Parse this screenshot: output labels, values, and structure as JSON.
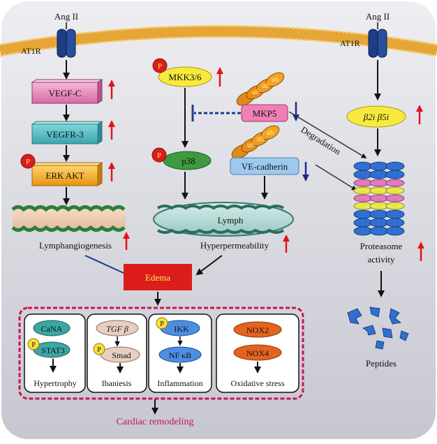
{
  "receptors": {
    "left": {
      "ligand": "Ang II",
      "receptor": "AT1R"
    },
    "right": {
      "ligand": "Ang II",
      "receptor": "AT1R"
    }
  },
  "left_pathway": {
    "vegfc": "VEGF-C",
    "vegfr3": "VEGFR-3",
    "erk_akt": "ERK AKT",
    "phospho": "P",
    "outcome": "Lymphangiogenesis"
  },
  "middle_pathway": {
    "mkk": "MKK3/6",
    "p38": "p38",
    "mkp5": "MKP5",
    "ve_cadherin": "VE-cadherin",
    "ub": "ub",
    "phospho": "P",
    "lymph": "Lymph",
    "outcome": "Hyperpermeability",
    "degradation": "Degradation"
  },
  "right_pathway": {
    "immunoproteasome": "β2i β5i",
    "proteasome_line1": "Proteasome",
    "proteasome_line2": "activity",
    "peptides": "Peptides"
  },
  "edema": "Edema",
  "remodeling": {
    "title": "Cardiac remodeling",
    "boxes": [
      {
        "top": "CaNA",
        "bottom": "STAT3",
        "label": "Hypertrophy"
      },
      {
        "top": "TGF β",
        "bottom": "Smad",
        "label": "Ibaniesis"
      },
      {
        "top": "IKK",
        "bottom": "NF κB",
        "label": "Inflammation"
      },
      {
        "top": "NOX2",
        "bottom": "NOX4",
        "label": "Oxidative stress"
      }
    ]
  },
  "colors": {
    "up_arrow": "#e0141a",
    "down_arrow": "#1f2a8c",
    "edema_fill": "#dd1c1c",
    "remodel_border": "#c8145a",
    "background_top": "#e9e9ee",
    "background_bottom": "#c9cad3"
  }
}
